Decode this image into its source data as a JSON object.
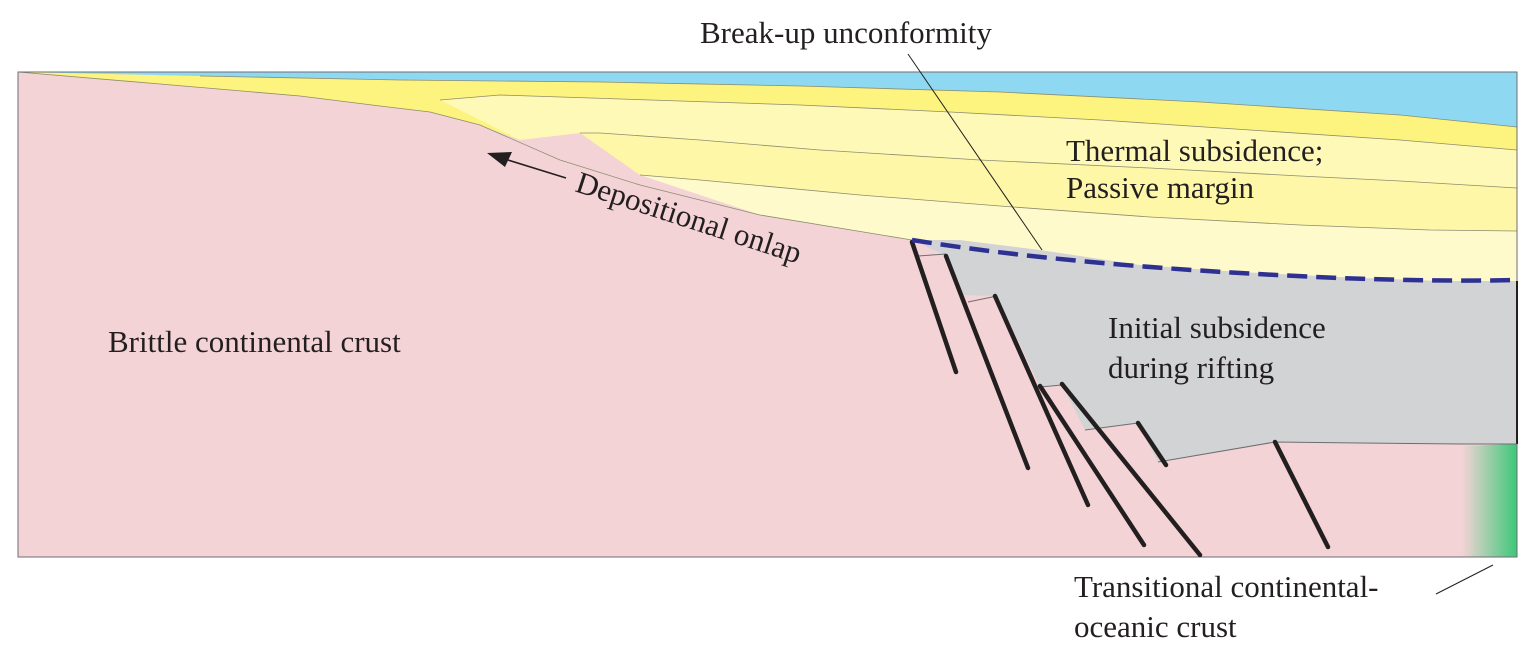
{
  "labels": {
    "breakup": "Break-up unconformity",
    "thermal_line1": "Thermal subsidence;",
    "thermal_line2": "Passive margin",
    "onlap": "Depositional onlap",
    "brittle": "Brittle continental crust",
    "initial_line1": "Initial subsidence",
    "initial_line2": "during rifting",
    "transitional_line1": "Transitional continental-",
    "transitional_line2": "oceanic crust"
  },
  "colors": {
    "crust": "#f4d3d6",
    "sea": "#8ed8f2",
    "sediment_dark": "#fdf37f",
    "sediment_mid": "#fef7a8",
    "sediment_light": "#fffacb",
    "rift_fill": "#d1d3d4",
    "unconformity": "#2e3192",
    "faults": "#231f20",
    "oceanic": "#3cc878"
  }
}
